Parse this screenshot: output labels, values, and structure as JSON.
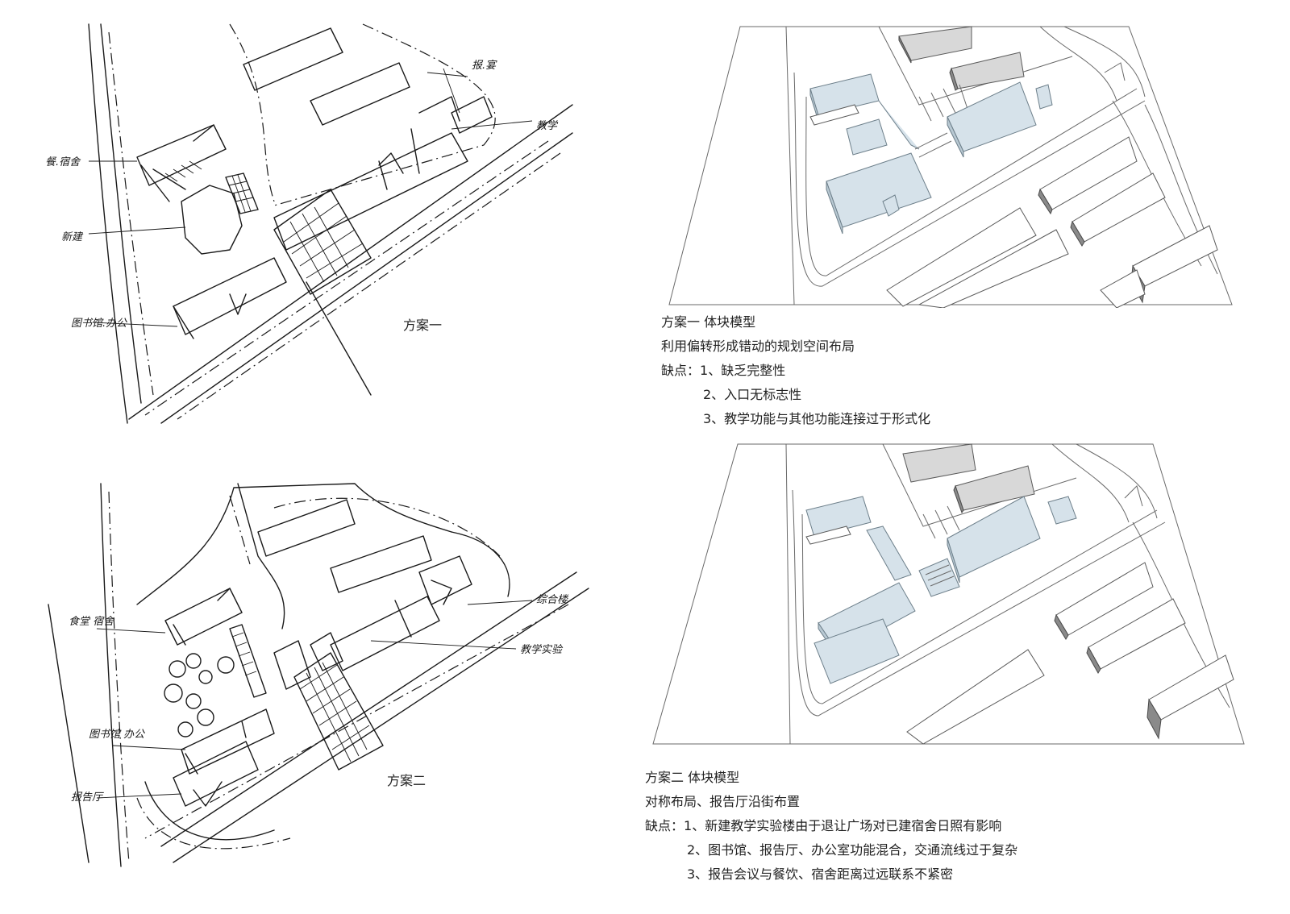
{
  "scheme1": {
    "sketch_caption": "方案一",
    "sketch_labels": {
      "canteen_dorm": "餐.宿舍",
      "lecture": "报.宴",
      "teaching": "教学",
      "new": "新建",
      "library_office": "图书馆.办公"
    },
    "model_title": "方案一  体块模型",
    "description": "利用偏转形成错动的规划空间布局",
    "drawbacks_label": "缺点：",
    "drawbacks": [
      "1、缺乏完整性",
      "2、入口无标志性",
      "3、教学功能与其他功能连接过于形式化"
    ]
  },
  "scheme2": {
    "sketch_caption": "方案二",
    "sketch_labels": {
      "canteen_dorm": "食堂 宿舍",
      "comprehensive": "综合楼",
      "teaching": "教学实验",
      "library_office": "图书馆 办公",
      "report_hall": "报告厅"
    },
    "model_title": "方案二  体块模型",
    "description": "对称布局、报告厅沿街布置",
    "drawbacks_label": "缺点：",
    "drawbacks": [
      "1、新建教学实验楼由于退让广场对已建宿舍日照有影响",
      "2、图书馆、报告厅、办公室功能混合，交通流线过于复杂",
      "3、报告会议与餐饮、宿舍距离过远联系不紧密"
    ]
  },
  "colors": {
    "new_building": "#d6e2ea",
    "existing_building": "#ffffff",
    "shadow": "#8a8a8a"
  }
}
